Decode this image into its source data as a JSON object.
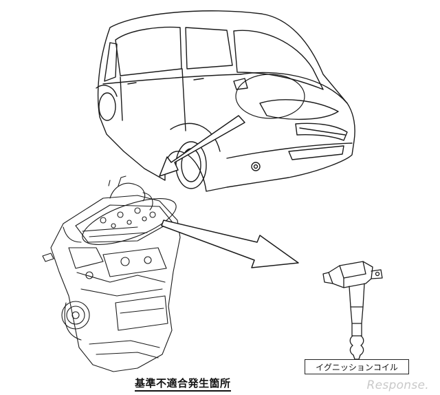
{
  "caption": {
    "text": "基準不適合発生箇所"
  },
  "part_label": {
    "text": "イグニッションコイル"
  },
  "watermark": {
    "text": "Response."
  },
  "colors": {
    "line": "#1a1a1a",
    "background": "#ffffff",
    "watermark": "#c9c9c9"
  }
}
